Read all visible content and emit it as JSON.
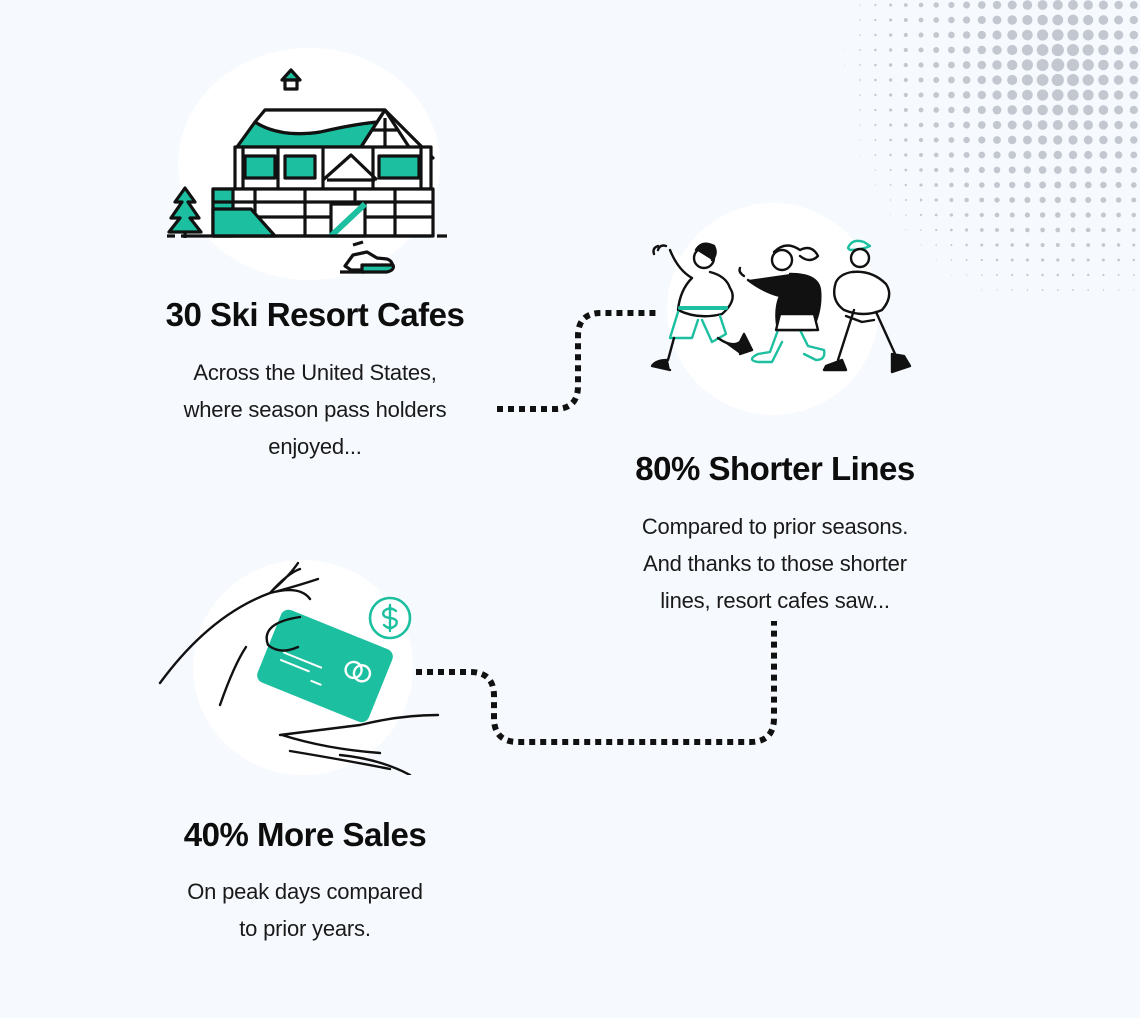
{
  "colors": {
    "background": "#f6f9fd",
    "accent": "#1cbf9f",
    "ink": "#111111",
    "halftone": "#c3c8d0"
  },
  "steps": [
    {
      "icon": "ski-lodge-icon",
      "title": "30 Ski Resort Cafes",
      "description_lines": [
        "Across the United States,",
        "where season pass holders",
        "enjoyed..."
      ]
    },
    {
      "icon": "people-walking-icon",
      "title": "80% Shorter Lines",
      "description_lines": [
        "Compared to prior seasons.",
        "And thanks to those shorter",
        "lines, resort cafes saw..."
      ]
    },
    {
      "icon": "card-payment-icon",
      "title": "40% More Sales",
      "description_lines": [
        "On peak days compared",
        "to prior years."
      ]
    }
  ],
  "payment_icon_symbol": "$"
}
